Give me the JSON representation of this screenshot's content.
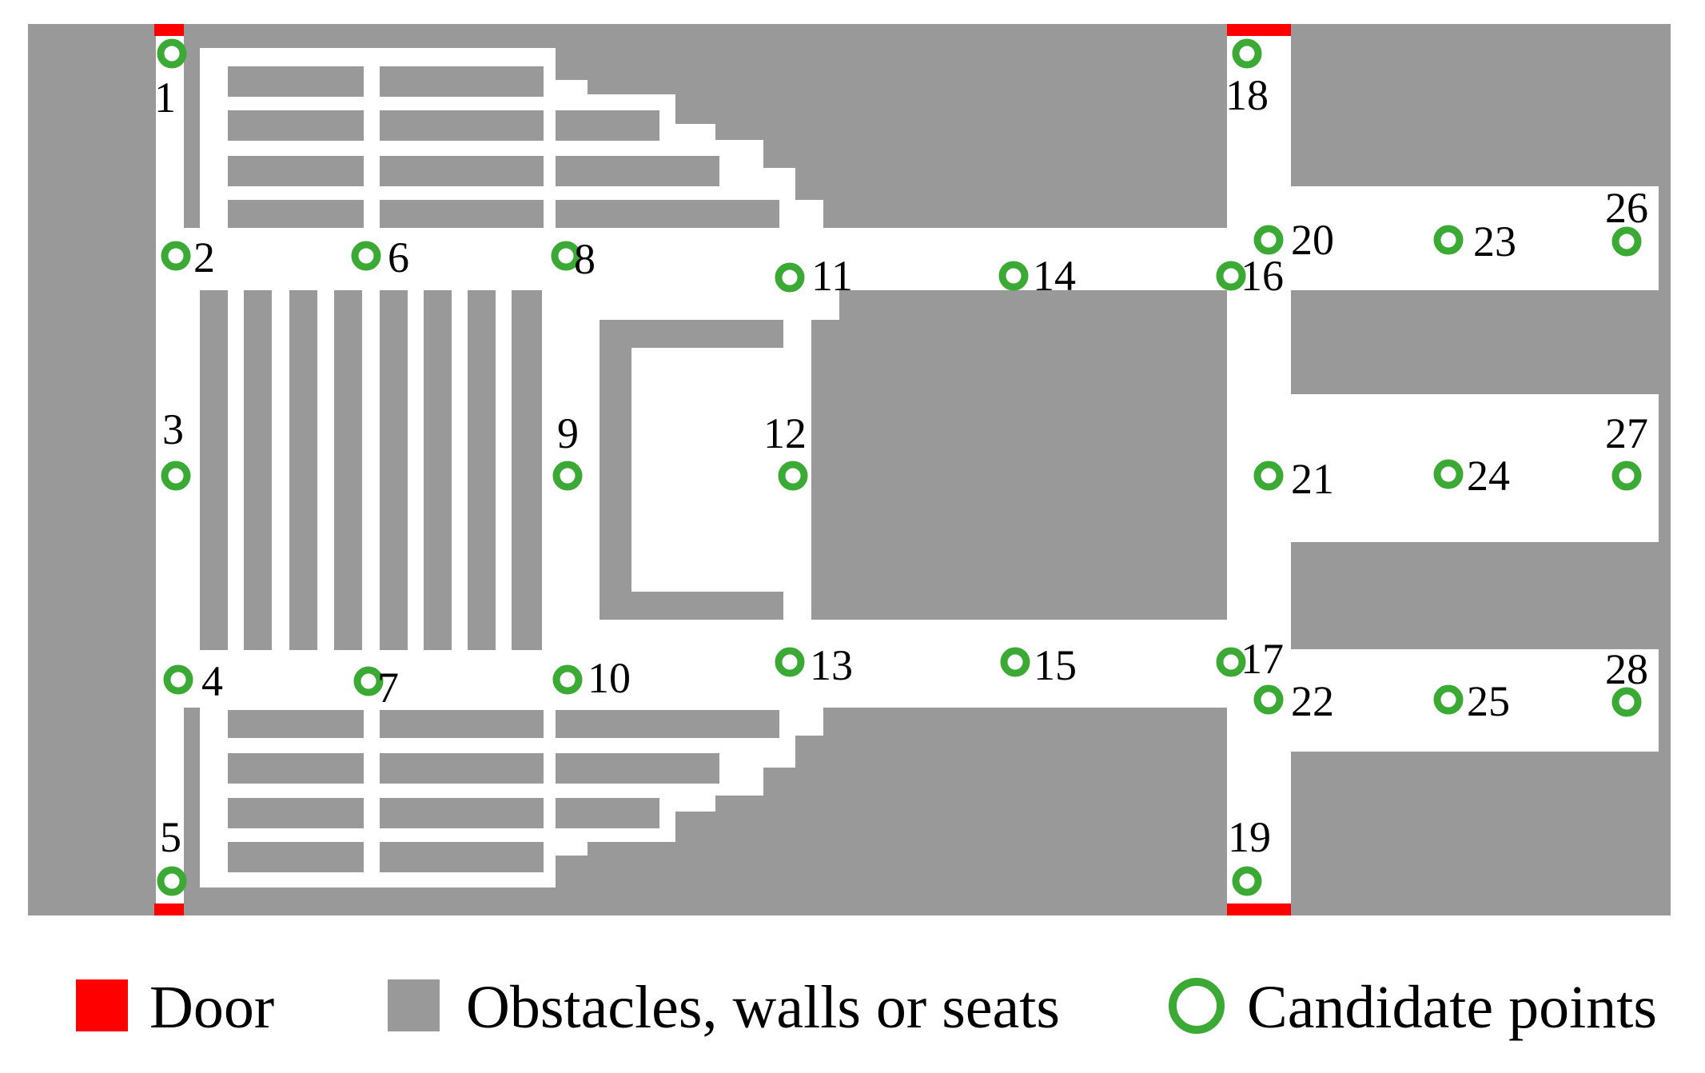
{
  "colors": {
    "door": "#ff0000",
    "obstacle": "#999999",
    "candidate": "#3aaa35",
    "background": "#ffffff",
    "text": "#000000"
  },
  "legend": {
    "door": "Door",
    "obstacle": "Obstacles, walls or seats",
    "candidate": "Candidate points"
  },
  "points": [
    "1",
    "2",
    "3",
    "4",
    "5",
    "6",
    "7",
    "8",
    "9",
    "10",
    "11",
    "12",
    "13",
    "14",
    "15",
    "16",
    "17",
    "18",
    "19",
    "20",
    "21",
    "22",
    "23",
    "24",
    "25",
    "26",
    "27",
    "28"
  ]
}
